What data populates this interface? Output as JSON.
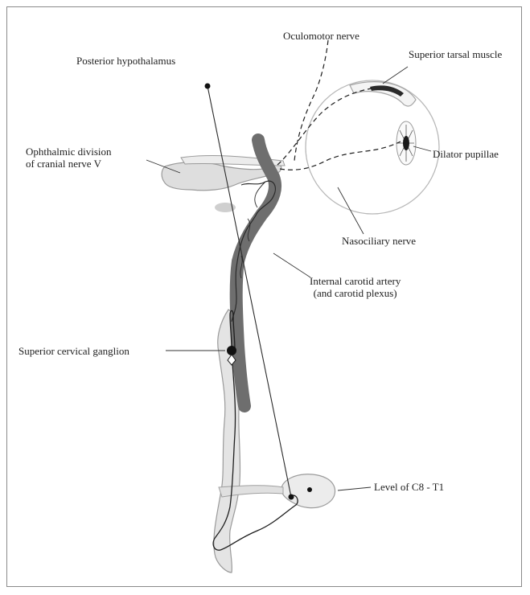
{
  "labels": {
    "oculomotor": "Oculomotor nerve",
    "posterior_hypothalamus": "Posterior hypothalamus",
    "superior_tarsal": "Superior tarsal muscle",
    "ophthalmic_line1": "Ophthalmic division",
    "ophthalmic_line2": "of cranial nerve V",
    "dilator_pupillae": "Dilator pupillae",
    "nasociliary": "Nasociliary nerve",
    "carotid_line1": "Internal carotid artery",
    "carotid_line2": "(and carotid plexus)",
    "superior_cervical": "Superior cervical ganglion",
    "level": "Level of C8 - T1"
  },
  "colors": {
    "background": "#ffffff",
    "frame": "#8a8a8a",
    "artery": "#6e6e6e",
    "neural_tissue": "#e2e2e2",
    "tissue_outline": "#9a9a9a",
    "nerve": "#1e1e1e"
  }
}
